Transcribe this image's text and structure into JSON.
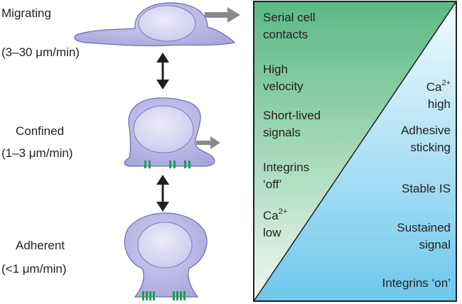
{
  "states": [
    {
      "name": "Migrating",
      "speed": "(3–30 μm/min)"
    },
    {
      "name": "Confined",
      "speed": "(1–3 μm/min)"
    },
    {
      "name": "Adherent",
      "speed": "(<1 μm/min)"
    }
  ],
  "green_side": {
    "items": [
      {
        "line1": "Serial cell",
        "line2": "contacts"
      },
      {
        "line1": "High",
        "line2": "velocity"
      },
      {
        "line1": "Short-lived",
        "line2": "signals"
      },
      {
        "line1": "Integrins",
        "line2": "‘off’"
      },
      {
        "base": "Ca",
        "sup": "2+",
        "line2": "low"
      }
    ]
  },
  "blue_side": {
    "items": [
      {
        "base": "Ca",
        "sup": "2+",
        "line2": "high"
      },
      {
        "line1": "Adhesive",
        "line2": "sticking"
      },
      {
        "line1": "Stable IS"
      },
      {
        "line1": "Sustained",
        "line2": "signal"
      },
      {
        "line1": "Integrins ‘on’"
      }
    ]
  },
  "colors": {
    "cell_fill": "#b7b5e0",
    "cell_stroke": "#6f6aaa",
    "nucleus": "#d7d5f0",
    "integrin": "#1aa14a",
    "arrow_gray": "#8a8a8a",
    "green_top": "#5bb983",
    "green_bottom": "#eef8f1",
    "blue_top": "#f2fbfe",
    "blue_bottom": "#6ec8ec"
  }
}
